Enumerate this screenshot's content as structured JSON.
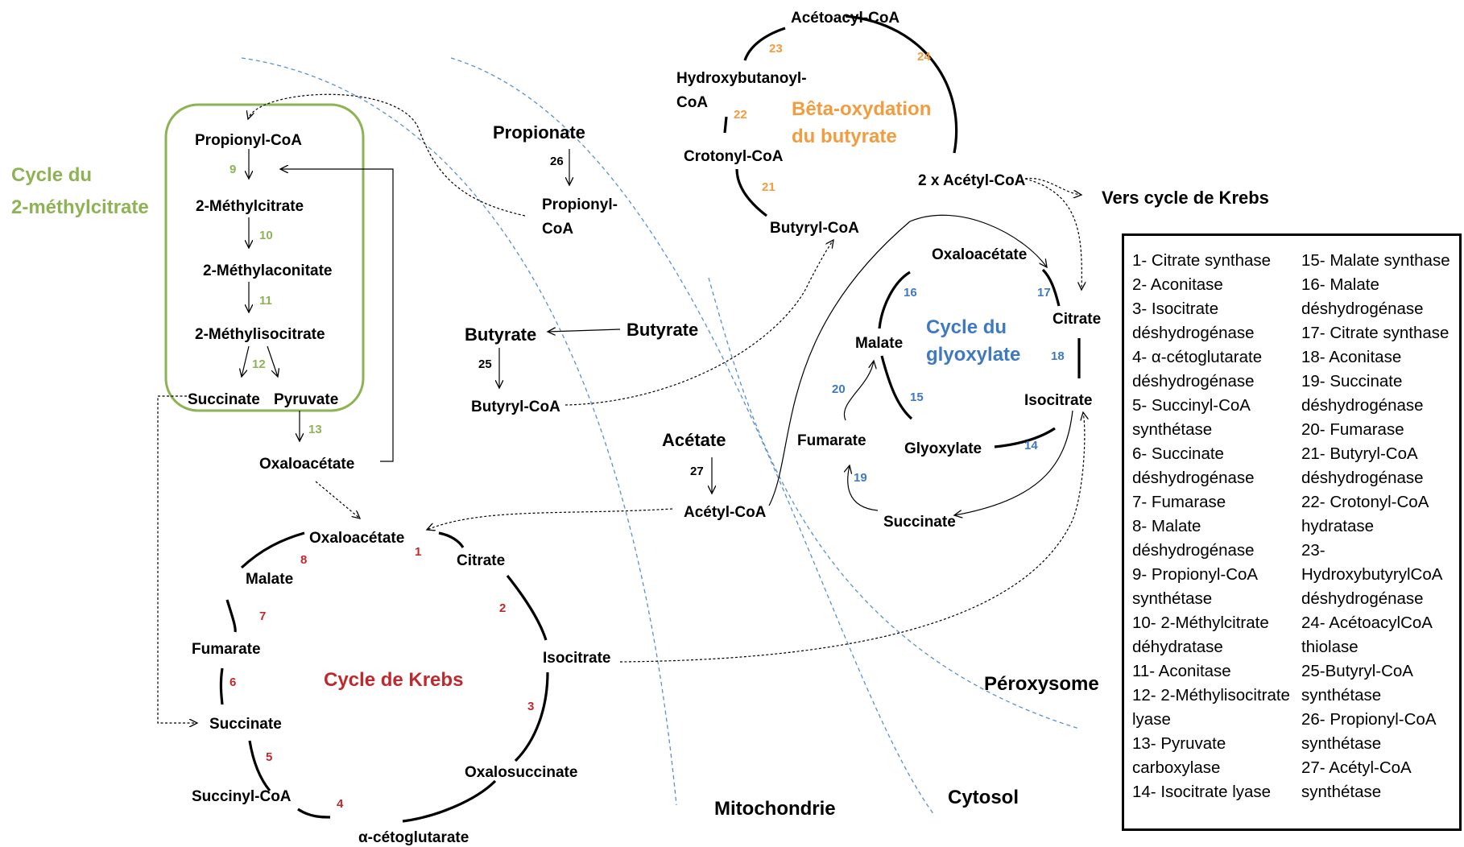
{
  "colors": {
    "green": "#8db354",
    "red": "#c0282d",
    "orange": "#f39c3e",
    "blue": "#3f79c2",
    "membrane": "#5b8fd0"
  },
  "titles": {
    "methylcitrate_line1": "Cycle du",
    "methylcitrate_line2": "2-méthylcitrate",
    "beta_line1": "Bêta-oxydation",
    "beta_line2": "du butyrate",
    "glyox_line1": "Cycle  du",
    "glyox_line2": "glyoxylate",
    "krebs": "Cycle de Krebs"
  },
  "compartments": {
    "peroxisome": "Péroxysome",
    "cytosol": "Cytosol",
    "mitochondrie": "Mitochondrie"
  },
  "metabolites": {
    "mc_propionylcoa": "Propionyl-CoA",
    "mc_methylcitrate": "2-Méthylcitrate",
    "mc_methylaconitate": "2-Méthylaconitate",
    "mc_methylisocitrate": "2-Méthylisocitrate",
    "mc_succinate": "Succinate",
    "mc_pyruvate": "Pyruvate",
    "mc_oxaloacetate": "Oxaloacétate",
    "propionate": "Propionate",
    "propionylcoa_1": "Propionyl-",
    "propionylcoa_2": "CoA",
    "butyrate_ext": "Butyrate",
    "butyrate": "Butyrate",
    "butyrylcoa": "Butyryl-CoA",
    "acetate": "Acétate",
    "acetylcoa": "Acétyl-CoA",
    "bo_acetoacetylcoa": "Acétoacyl-CoA",
    "bo_hydroxy_1": "Hydroxybutanoyl-",
    "bo_hydroxy_2": "CoA",
    "bo_crotonylcoa": "Crotonyl-CoA",
    "bo_butyrylcoa": "Butyryl-CoA",
    "bo_acetylcoa": "2 x Acétyl-CoA",
    "vers_krebs": "Vers cycle de Krebs",
    "gx_oxaloacetate": "Oxaloacétate",
    "gx_citrate": "Citrate",
    "gx_isocitrate": "Isocitrate",
    "gx_glyoxylate": "Glyoxylate",
    "gx_malate": "Malate",
    "gx_fumarate": "Fumarate",
    "gx_succinate": "Succinate",
    "kb_oxaloacetate": "Oxaloacétate",
    "kb_citrate": "Citrate",
    "kb_isocitrate": "Isocitrate",
    "kb_oxalosuccinate": "Oxalosuccinate",
    "kb_ketoglutarate": "α-cétoglutarate",
    "kb_succinylcoa": "Succinyl-CoA",
    "kb_succinate": "Succinate",
    "kb_fumarate": "Fumarate",
    "kb_malate": "Malate"
  },
  "enzyme_numbers": {
    "n1": "1",
    "n2": "2",
    "n3": "3",
    "n4": "4",
    "n5": "5",
    "n6": "6",
    "n7": "7",
    "n8": "8",
    "n9": "9",
    "n10": "10",
    "n11": "11",
    "n12": "12",
    "n13": "13",
    "n14": "14",
    "n15": "15",
    "n16": "16",
    "n17": "17",
    "n18": "18",
    "n19": "19",
    "n20": "20",
    "n21": "21",
    "n22": "22",
    "n23": "23",
    "n24": "24",
    "n25": "25",
    "n26": "26",
    "n27": "27"
  },
  "legend": {
    "col1": [
      "1- Citrate synthase",
      "2- Aconitase",
      "3- Isocitrate",
      "déshydrogénase",
      "4- α-cétoglutarate",
      "déshydrogénase",
      "5- Succinyl-CoA",
      "synthétase",
      "6- Succinate",
      "déshydrogénase",
      "7- Fumarase",
      "8- Malate",
      "déshydrogénase",
      "9- Propionyl-CoA",
      "synthétase",
      "10- 2-Méthylcitrate",
      "déhydratase",
      "11- Aconitase",
      "12- 2-Méthylisocitrate",
      "lyase",
      "13- Pyruvate",
      "carboxylase",
      "14- Isocitrate lyase"
    ],
    "col2": [
      "15- Malate synthase",
      "16- Malate",
      "déshydrogénase",
      "17- Citrate synthase",
      "18- Aconitase",
      "19- Succinate",
      "déshydrogénase",
      "20- Fumarase",
      "21- Butyryl-CoA",
      "déshydrogénase",
      "22- Crotonyl-CoA",
      "hydratase",
      "23-",
      "HydroxybutyrylCoA",
      "déshydrogénase",
      "24- AcétoacylCoA",
      "thiolase",
      "25-Butyryl-CoA",
      "synthétase",
      "26- Propionyl-CoA",
      "synthétase",
      "27- Acétyl-CoA",
      "synthétase"
    ]
  }
}
